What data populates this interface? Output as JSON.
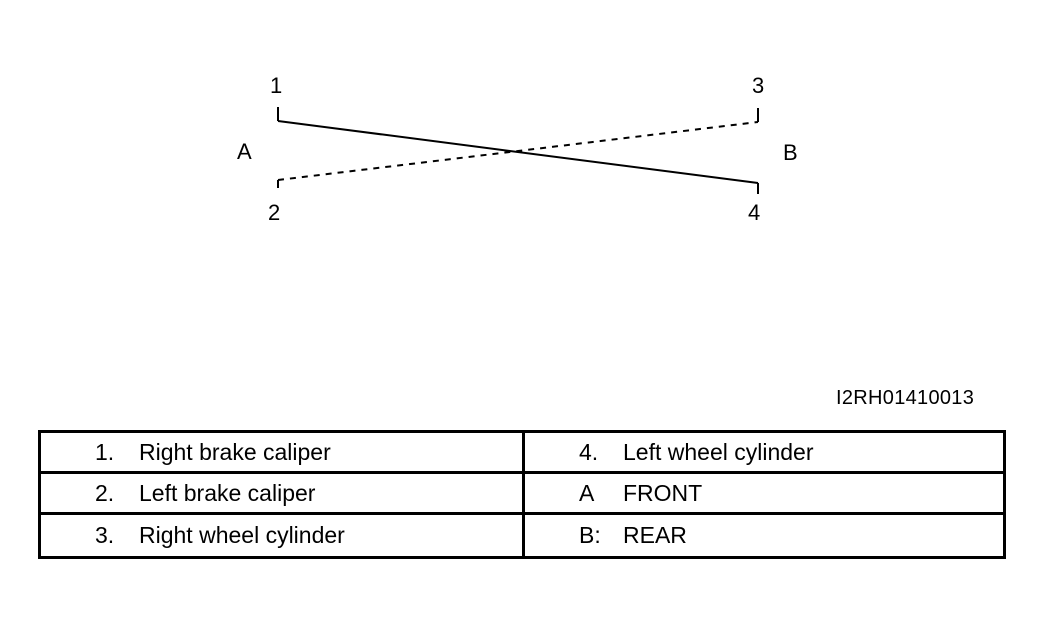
{
  "diagram": {
    "callouts": {
      "c1": "1",
      "c2": "2",
      "c3": "3",
      "c4": "4"
    },
    "side_left": "A",
    "side_right": "B",
    "line_styles": {
      "line_1_to_4": "solid",
      "line_2_to_3": "dashed"
    },
    "colors": {
      "ink": "#000000",
      "background": "#ffffff"
    }
  },
  "reference_code": "I2RH01410013",
  "legend": [
    {
      "key": "1.",
      "text": "Right brake caliper"
    },
    {
      "key": "4.",
      "text": "Left wheel cylinder"
    },
    {
      "key": "2.",
      "text": "Left brake caliper"
    },
    {
      "key": "A",
      "text": "FRONT"
    },
    {
      "key": "3.",
      "text": "Right wheel cylinder"
    },
    {
      "key": "B:",
      "text": "REAR"
    }
  ]
}
